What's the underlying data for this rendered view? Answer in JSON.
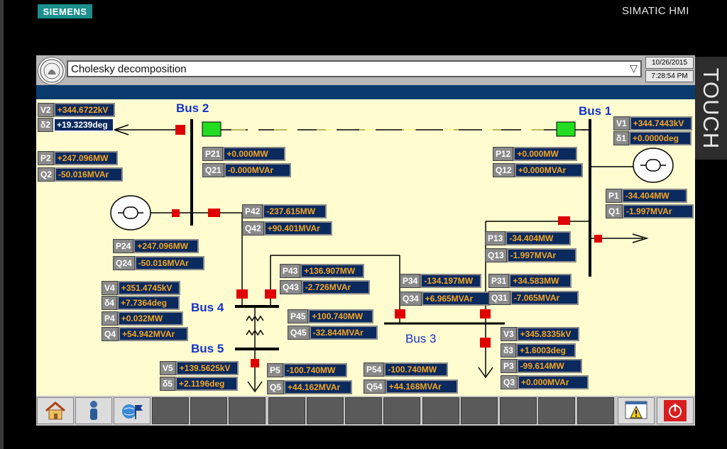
{
  "brand": {
    "siemens": "SIEMENS",
    "product": "SIMATIC HMI",
    "side_label": "TOUCH"
  },
  "header": {
    "title": "Cholesky decomposition",
    "date": "10/26/2015",
    "time": "7:28:54 PM"
  },
  "buses": {
    "bus1": "Bus 1",
    "bus2": "Bus 2",
    "bus3": "Bus 3",
    "bus4": "Bus 4",
    "bus5": "Bus 5"
  },
  "values": {
    "V2": {
      "label": "V2",
      "value": "+344.6722kV"
    },
    "d2": {
      "label": "δ2",
      "value": "+19.3239deg"
    },
    "P2": {
      "label": "P2",
      "value": "+247.096MW"
    },
    "Q2": {
      "label": "Q2",
      "value": "-50.016MVAr"
    },
    "P21": {
      "label": "P21",
      "value": "+0.000MW"
    },
    "Q21": {
      "label": "Q21",
      "value": "-0.000MVAr"
    },
    "P12": {
      "label": "P12",
      "value": "+0.000MW"
    },
    "Q12": {
      "label": "Q12",
      "value": "+0.000MVAr"
    },
    "V1": {
      "label": "V1",
      "value": "+344.7443kV"
    },
    "d1": {
      "label": "δ1",
      "value": "+0.0000deg"
    },
    "P1": {
      "label": "P1",
      "value": "-34.404MW"
    },
    "Q1": {
      "label": "Q1",
      "value": "-1.997MVAr"
    },
    "P42": {
      "label": "P42",
      "value": "-237.615MW"
    },
    "Q42": {
      "label": "Q42",
      "value": "+90.401MVAr"
    },
    "P24": {
      "label": "P24",
      "value": "+247.096MW"
    },
    "Q24": {
      "label": "Q24",
      "value": "-50.016MVAr"
    },
    "P13": {
      "label": "P13",
      "value": "-34.404MW"
    },
    "Q13": {
      "label": "Q13",
      "value": "-1.997MVAr"
    },
    "P43": {
      "label": "P43",
      "value": "+136.907MW"
    },
    "Q43": {
      "label": "Q43",
      "value": "-2.726MVAr"
    },
    "P34": {
      "label": "P34",
      "value": "-134.197MW"
    },
    "Q34": {
      "label": "Q34",
      "value": "+6.965MVAr"
    },
    "P31": {
      "label": "P31",
      "value": "+34.583MW"
    },
    "Q31": {
      "label": "Q31",
      "value": "-7.065MVAr"
    },
    "V4": {
      "label": "V4",
      "value": "+351.4745kV"
    },
    "d4": {
      "label": "δ4",
      "value": "+7.7364deg"
    },
    "P4": {
      "label": "P4",
      "value": "+0.032MW"
    },
    "Q4": {
      "label": "Q4",
      "value": "+54.942MVAr"
    },
    "P45": {
      "label": "P45",
      "value": "+100.740MW"
    },
    "Q45": {
      "label": "Q45",
      "value": "-32.844MVAr"
    },
    "V3": {
      "label": "V3",
      "value": "+345.8335kV"
    },
    "d3": {
      "label": "δ3",
      "value": "+1.6003deg"
    },
    "P3": {
      "label": "P3",
      "value": "-99.614MW"
    },
    "Q3": {
      "label": "Q3",
      "value": "+0.000MVAr"
    },
    "V5": {
      "label": "V5",
      "value": "+139.5625kV"
    },
    "d5": {
      "label": "δ5",
      "value": "+2.1196deg"
    },
    "P5": {
      "label": "P5",
      "value": "-100.740MW"
    },
    "Q5": {
      "label": "Q5",
      "value": "+44.162MVAr"
    },
    "P54": {
      "label": "P54",
      "value": "-100.740MW"
    },
    "Q54": {
      "label": "Q54",
      "value": "+44.168MVAr"
    }
  },
  "footer": {
    "icons": [
      "home-icon",
      "user-icon",
      "globe-flag-icon",
      "warning-icon",
      "power-icon"
    ]
  },
  "colors": {
    "bus_label": "#1432c8",
    "value_text": "#f5a623",
    "value_bg": "#0a2a5e",
    "breaker_closed": "#e00000",
    "breaker_open": "#22dd22",
    "diagram_bg": "#fffdd0",
    "header_bar": "#083a6e"
  }
}
